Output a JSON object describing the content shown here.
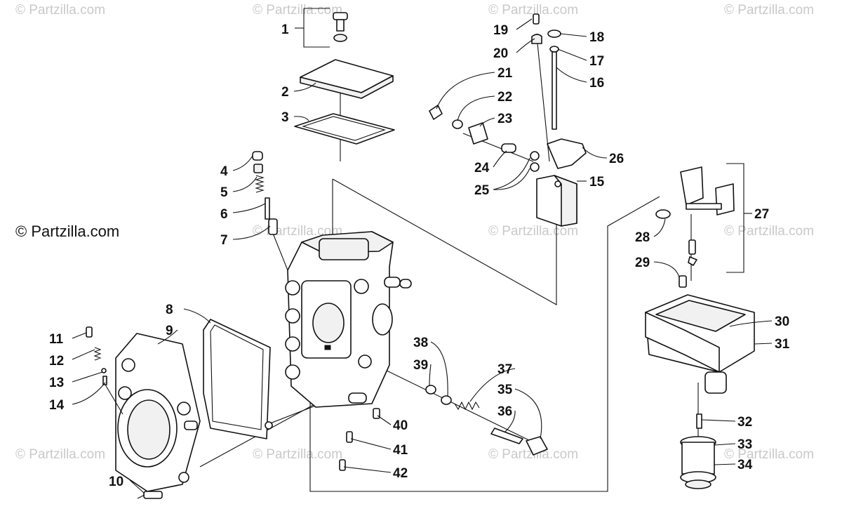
{
  "watermark": {
    "text": "© Partzilla.com"
  },
  "callouts": {
    "n1": "1",
    "n2": "2",
    "n3": "3",
    "n4": "4",
    "n5": "5",
    "n6": "6",
    "n7": "7",
    "n8": "8",
    "n9": "9",
    "n10": "10",
    "n11": "11",
    "n12": "12",
    "n13": "13",
    "n14": "14",
    "n15": "15",
    "n16": "16",
    "n17": "17",
    "n18": "18",
    "n19": "19",
    "n20": "20",
    "n21": "21",
    "n22": "22",
    "n23": "23",
    "n24": "24",
    "n25": "25",
    "n26": "26",
    "n27": "27",
    "n28": "28",
    "n29": "29",
    "n30": "30",
    "n31": "31",
    "n32": "32",
    "n33": "33",
    "n34": "34",
    "n35": "35",
    "n36": "36",
    "n37": "37",
    "n38": "38",
    "n39": "39",
    "n40": "40",
    "n41": "41",
    "n42": "42"
  }
}
